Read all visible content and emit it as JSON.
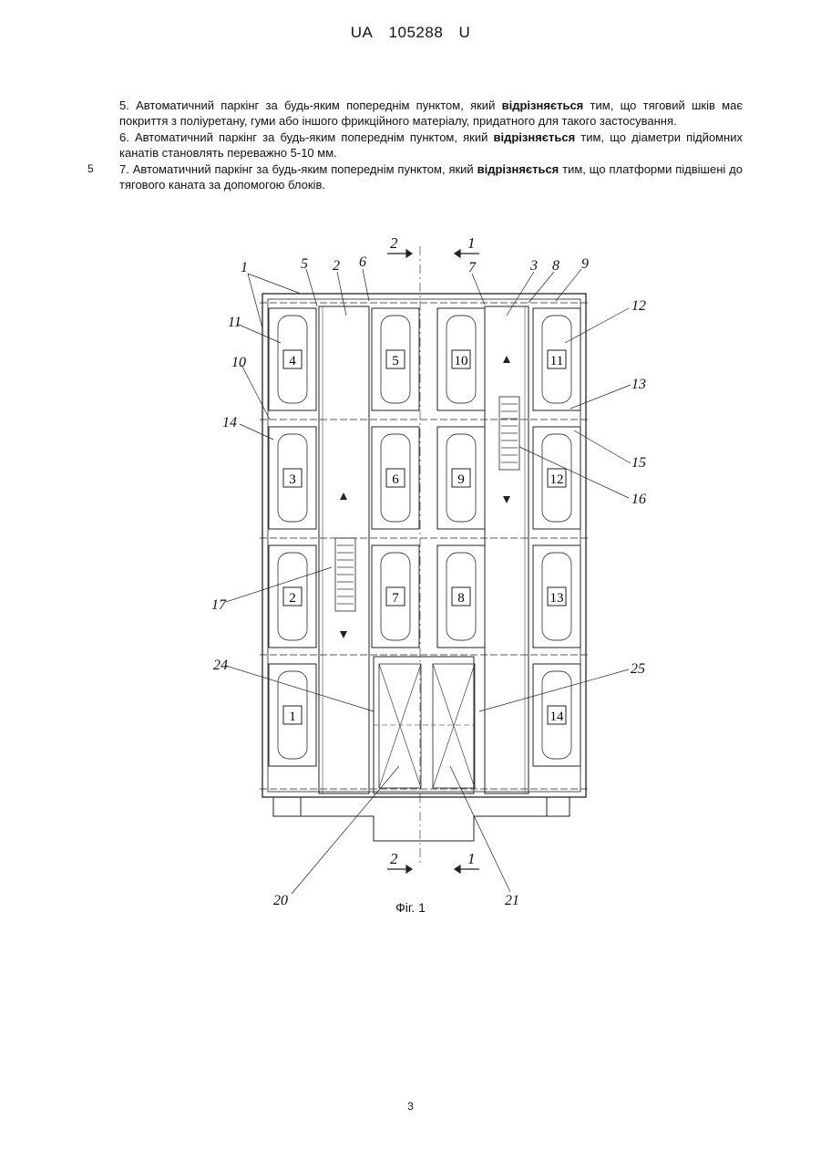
{
  "header": {
    "country": "UA",
    "number": "105288",
    "kind": "U"
  },
  "line_number": "5",
  "claims": [
    {
      "prefix": "5. Автоматичний паркінг за будь-яким попереднім пунктом, який ",
      "bold": "відрізняється",
      "suffix": " тим, що тяговий шків має покриття з поліуретану, гуми або іншого фрикційного матеріалу, придатного для такого застосування."
    },
    {
      "prefix": "6. Автоматичний паркінг за будь-яким попереднім пунктом, який ",
      "bold": "відрізняється",
      "suffix": " тим, що діаметри підйомних канатів становлять переважно 5-10 мм."
    },
    {
      "prefix": "7. Автоматичний паркінг за будь-яким попереднім пунктом, який ",
      "bold": "відрізняється",
      "suffix": " тим, що платформи підвішені до тягового каната за допомогою блоків."
    }
  ],
  "figure": {
    "caption": "Фіг. 1",
    "section_marks": [
      "2",
      "1",
      "2",
      "1"
    ],
    "callouts": [
      "1",
      "5",
      "2",
      "6",
      "7",
      "3",
      "8",
      "9",
      "11",
      "12",
      "10",
      "13",
      "14",
      "15",
      "16",
      "17",
      "24",
      "25",
      "20",
      "21"
    ],
    "slots": [
      "4",
      "5",
      "10",
      "11",
      "3",
      "6",
      "9",
      "12",
      "2",
      "7",
      "8",
      "13",
      "1",
      "14"
    ]
  },
  "page_number": "3"
}
